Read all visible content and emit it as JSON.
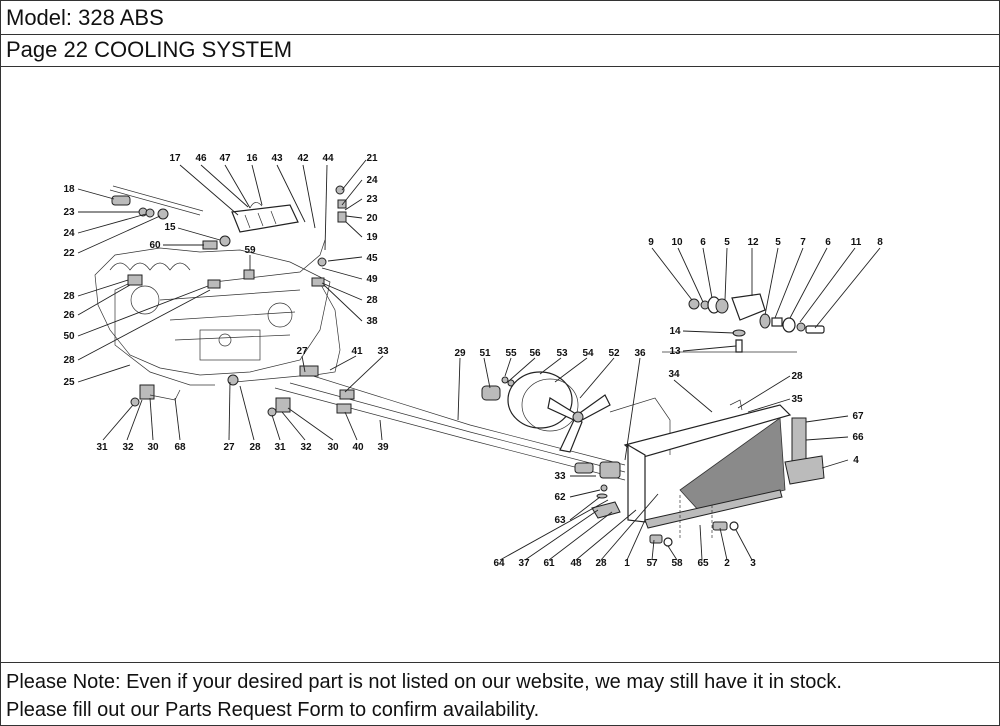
{
  "header": {
    "model": "Model: 328 ABS",
    "page": "Page 22  COOLING SYSTEM"
  },
  "diagram": {
    "title": "COOLING SYSTEM",
    "callouts": [
      {
        "id": "c17",
        "text": "17"
      },
      {
        "id": "c46",
        "text": "46"
      },
      {
        "id": "c47",
        "text": "47"
      },
      {
        "id": "c16",
        "text": "16"
      },
      {
        "id": "c43",
        "text": "43"
      },
      {
        "id": "c42",
        "text": "42"
      },
      {
        "id": "c44",
        "text": "44"
      },
      {
        "id": "c21",
        "text": "21"
      },
      {
        "id": "c24a",
        "text": "24"
      },
      {
        "id": "c23a",
        "text": "23"
      },
      {
        "id": "c20",
        "text": "20"
      },
      {
        "id": "c19",
        "text": "19"
      },
      {
        "id": "c18",
        "text": "18"
      },
      {
        "id": "c23b",
        "text": "23"
      },
      {
        "id": "c24b",
        "text": "24"
      },
      {
        "id": "c22",
        "text": "22"
      },
      {
        "id": "c15",
        "text": "15"
      },
      {
        "id": "c60",
        "text": "60"
      },
      {
        "id": "c59",
        "text": "59"
      },
      {
        "id": "c45",
        "text": "45"
      },
      {
        "id": "c49",
        "text": "49"
      },
      {
        "id": "c28a",
        "text": "28"
      },
      {
        "id": "c38",
        "text": "38"
      },
      {
        "id": "c28b",
        "text": "28"
      },
      {
        "id": "c26",
        "text": "26"
      },
      {
        "id": "c50",
        "text": "50"
      },
      {
        "id": "c28c",
        "text": "28"
      },
      {
        "id": "c25",
        "text": "25"
      },
      {
        "id": "c27a",
        "text": "27"
      },
      {
        "id": "c41",
        "text": "41"
      },
      {
        "id": "c33a",
        "text": "33"
      },
      {
        "id": "c31a",
        "text": "31"
      },
      {
        "id": "c32a",
        "text": "32"
      },
      {
        "id": "c30a",
        "text": "30"
      },
      {
        "id": "c68",
        "text": "68"
      },
      {
        "id": "c27b",
        "text": "27"
      },
      {
        "id": "c28d",
        "text": "28"
      },
      {
        "id": "c31b",
        "text": "31"
      },
      {
        "id": "c32b",
        "text": "32"
      },
      {
        "id": "c30b",
        "text": "30"
      },
      {
        "id": "c40",
        "text": "40"
      },
      {
        "id": "c39",
        "text": "39"
      },
      {
        "id": "c29",
        "text": "29"
      },
      {
        "id": "c51",
        "text": "51"
      },
      {
        "id": "c55",
        "text": "55"
      },
      {
        "id": "c56",
        "text": "56"
      },
      {
        "id": "c53",
        "text": "53"
      },
      {
        "id": "c54",
        "text": "54"
      },
      {
        "id": "c52",
        "text": "52"
      },
      {
        "id": "c36",
        "text": "36"
      },
      {
        "id": "c9",
        "text": "9"
      },
      {
        "id": "c10",
        "text": "10"
      },
      {
        "id": "c6a",
        "text": "6"
      },
      {
        "id": "c5a",
        "text": "5"
      },
      {
        "id": "c12",
        "text": "12"
      },
      {
        "id": "c5b",
        "text": "5"
      },
      {
        "id": "c7",
        "text": "7"
      },
      {
        "id": "c6b",
        "text": "6"
      },
      {
        "id": "c11",
        "text": "11"
      },
      {
        "id": "c8",
        "text": "8"
      },
      {
        "id": "c14",
        "text": "14"
      },
      {
        "id": "c13",
        "text": "13"
      },
      {
        "id": "c34",
        "text": "34"
      },
      {
        "id": "c28e",
        "text": "28"
      },
      {
        "id": "c35",
        "text": "35"
      },
      {
        "id": "c67",
        "text": "67"
      },
      {
        "id": "c66",
        "text": "66"
      },
      {
        "id": "c4",
        "text": "4"
      },
      {
        "id": "c33b",
        "text": "33"
      },
      {
        "id": "c62",
        "text": "62"
      },
      {
        "id": "c63",
        "text": "63"
      },
      {
        "id": "c64",
        "text": "64"
      },
      {
        "id": "c37",
        "text": "37"
      },
      {
        "id": "c61",
        "text": "61"
      },
      {
        "id": "c48",
        "text": "48"
      },
      {
        "id": "c28f",
        "text": "28"
      },
      {
        "id": "c1",
        "text": "1"
      },
      {
        "id": "c57",
        "text": "57"
      },
      {
        "id": "c58",
        "text": "58"
      },
      {
        "id": "c65",
        "text": "65"
      },
      {
        "id": "c2",
        "text": "2"
      },
      {
        "id": "c3",
        "text": "3"
      }
    ]
  },
  "footer": {
    "line1": "Please Note: Even if your desired part is not listed on our website, we may still have it in stock.",
    "line2": "Please fill out our Parts Request Form to confirm availability."
  }
}
